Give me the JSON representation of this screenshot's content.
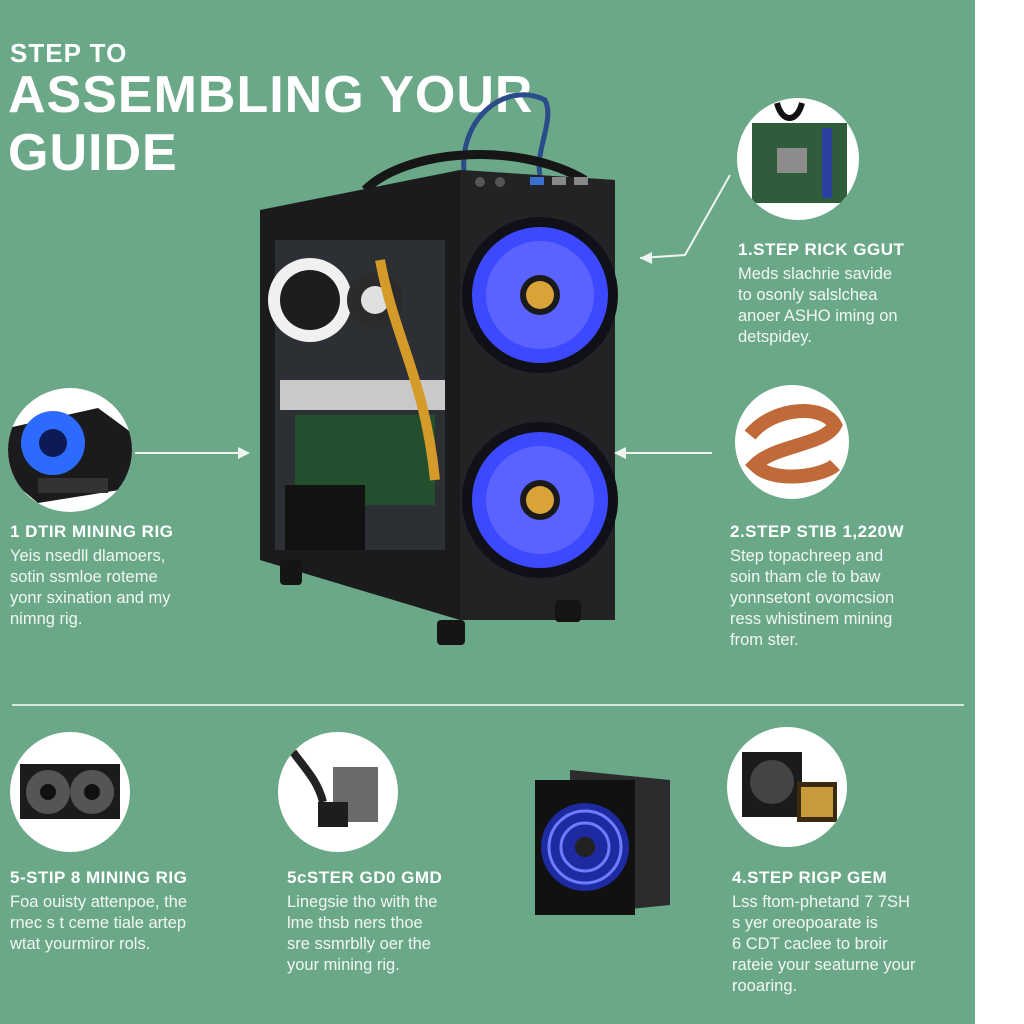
{
  "title": {
    "line1": "STEP TO",
    "line2": "ASSEMBLING YOUR",
    "line3": "GUIDE"
  },
  "steps": [
    {
      "heading": "1.STEP RICK GGUT",
      "body": [
        "Meds slachrie savide",
        "to osonly salslchea",
        "anoer ASHO iming on",
        "detspidey."
      ]
    },
    {
      "heading": "1 DTIR MINING RIG",
      "body": [
        "Yeis nsedll dlamoers,",
        "sotin ssmloe roteme",
        "yonr sxination and my",
        "nimng rig."
      ]
    },
    {
      "heading": "2.STEP STIB 1,220W",
      "body": [
        "Step topachreep and",
        "soin tham cle to baw",
        "yonnsetont ovomcsion",
        "ress whistinem mining",
        "from ster."
      ]
    },
    {
      "heading": "5-STIP 8 MINING RIG",
      "body": [
        "Foa ouisty attenpoe, the",
        "rnec s t ceme tiale artep",
        "wtat yourmiror rols."
      ]
    },
    {
      "heading": "5cSTER GD0 GMD",
      "body": [
        "Linegsie tho with the",
        "lme thsb ners thoe",
        "sre ssmrblly oer the",
        "your mining rig."
      ]
    },
    {
      "heading": "4.STEP RIGP GEM",
      "body": [
        "Lss ftom-phetand 7 7SH",
        "s yer oreopoarate is",
        "6 CDT caclee to broir",
        "rateie your seaturne your",
        "rooaring."
      ]
    }
  ],
  "icons": [
    "motherboard-icon",
    "gpu-card-icon",
    "ribbon-cable-icon",
    "dual-fan-icon",
    "power-connector-icon",
    "psu-unit-icon",
    "mining-rig-case",
    "cooling-fan-unit"
  ],
  "colors": {
    "background": "#6aa888",
    "text": "#ffffff",
    "fan_glow": "#3d49ff",
    "case": "#1b1b1d"
  }
}
